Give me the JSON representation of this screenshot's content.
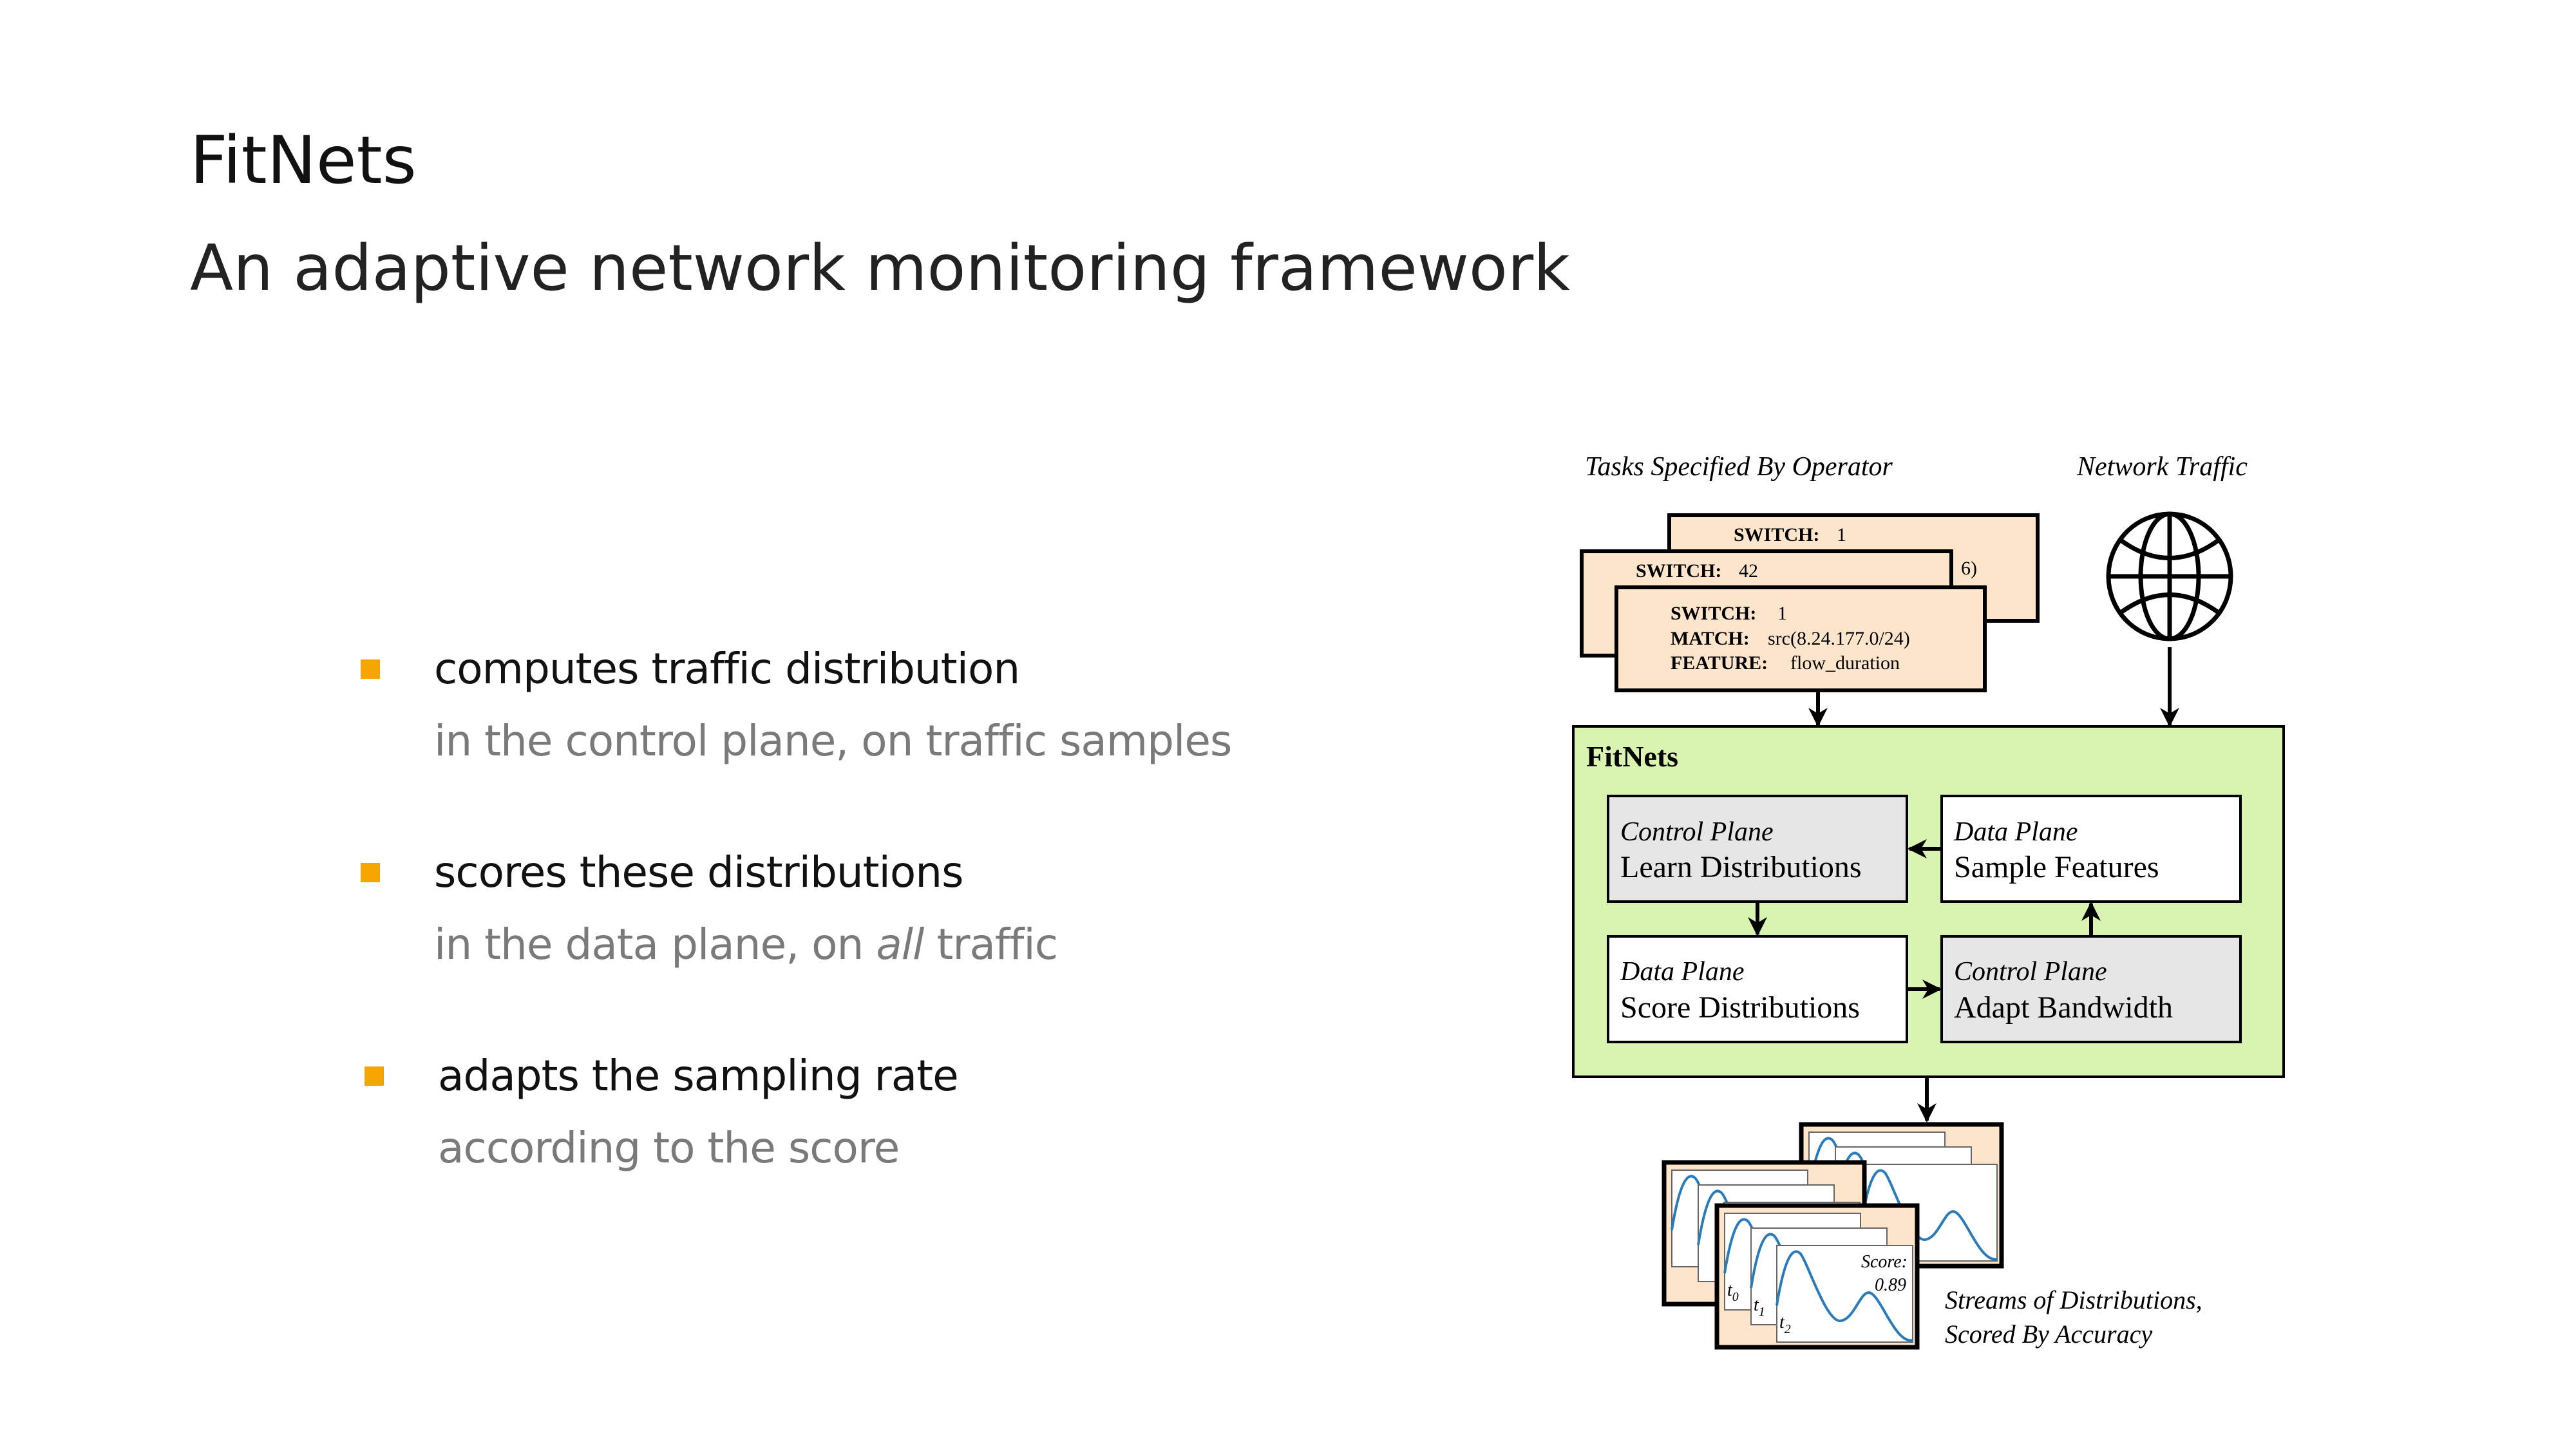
{
  "slide": {
    "title": "FitNets",
    "subtitle": "An adaptive network monitoring framework",
    "bullets": [
      {
        "main": "computes traffic distribution",
        "sub_before": "in the control plane, on traffic samples",
        "sub_em": "",
        "sub_after": ""
      },
      {
        "main": "scores these distributions",
        "sub_before": "in the data plane, on ",
        "sub_em": "all",
        "sub_after": " traffic"
      },
      {
        "main": "adapts the sampling rate",
        "sub_before": "according to the score",
        "sub_em": "",
        "sub_after": ""
      }
    ],
    "bullet_color": "#f5a500"
  },
  "diagram": {
    "tasks_label": "Tasks Specified By Operator",
    "traffic_label": "Network Traffic",
    "globe_icon": "globe-icon",
    "task_cards": [
      {
        "switch_key": "SWITCH:",
        "switch_val": "1",
        "fragment": "6)"
      },
      {
        "switch_key": "SWITCH:",
        "switch_val": "42"
      },
      {
        "switch_key": "SWITCH:",
        "switch_val": "1",
        "match_key": "MATCH:",
        "match_val": "src(8.24.177.0/24)",
        "feature_key": "FEATURE:",
        "feature_val": "flow_duration"
      }
    ],
    "system": {
      "title": "FitNets",
      "boxes": [
        {
          "plane": "Control Plane",
          "action": "Learn Distributions"
        },
        {
          "plane": "Data Plane",
          "action": "Sample Features"
        },
        {
          "plane": "Data Plane",
          "action": "Score Distributions"
        },
        {
          "plane": "Control Plane",
          "action": "Adapt Bandwidth"
        }
      ]
    },
    "streams": {
      "score_label": "Score:",
      "score_value": "0.89",
      "time_labels": [
        "t",
        "t",
        "t"
      ],
      "time_subscripts": [
        "0",
        "1",
        "2"
      ],
      "caption_line1": "Streams of Distributions,",
      "caption_line2": "Scored By Accuracy"
    },
    "colors": {
      "system_fill": "#d9f3b0",
      "task_fill": "#fde5cc",
      "control_fill": "#e6e6e6",
      "curve": "#2b7bba"
    }
  }
}
